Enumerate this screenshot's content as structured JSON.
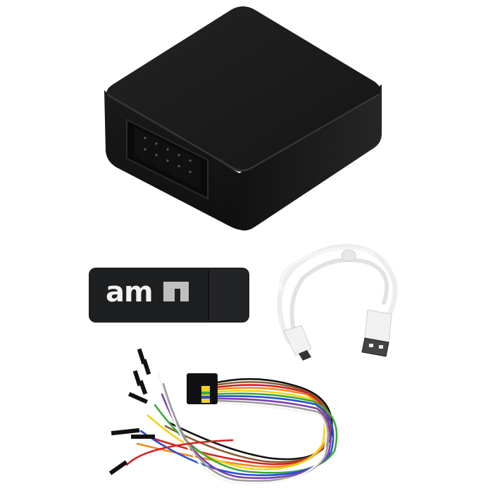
{
  "scene": {
    "description": "Product kit: black interface box, USB dongle, USB cable, and ribbon/jumper cable harness",
    "background": "#ffffff"
  },
  "items": {
    "interface_box": {
      "label": "Black interface box with 10-pin connector",
      "color": "#1c1c1c"
    },
    "usb_dongle": {
      "logo_text": "am",
      "logo_mark": "ams-logo-mark",
      "color": "#1e1f21"
    },
    "usb_cable": {
      "label": "White USB-A to Mini-USB cable",
      "color": "#f4f4f4"
    },
    "jumper_harness": {
      "label": "Ribbon cable with jumper wires",
      "wire_colors": [
        "#111111",
        "#8b5a2b",
        "#d62020",
        "#f08a24",
        "#f2d21c",
        "#3aa83a",
        "#2a4fd0",
        "#7b3fb0",
        "#9a9a9a",
        "#f5f5f0"
      ]
    }
  }
}
